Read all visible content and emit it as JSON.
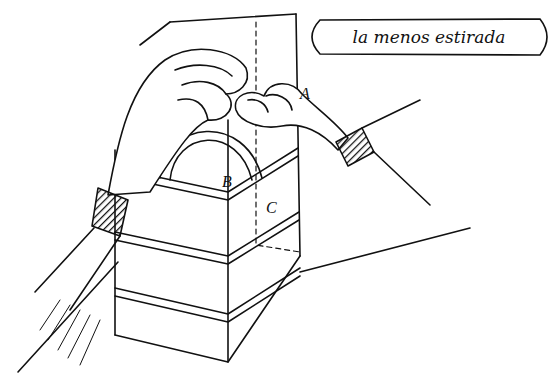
{
  "diagram": {
    "nodes": [
      {
        "text": [
          "la menos estirada"
        ]
      }
    ],
    "labels": [
      "A",
      "B",
      "C"
    ]
  }
}
